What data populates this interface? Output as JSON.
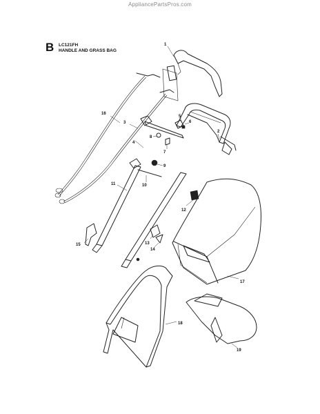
{
  "watermark": "AppliancePartsPros.com",
  "header": {
    "section_letter": "B",
    "model": "LC121FH",
    "title": "HANDLE AND GRASS BAG"
  },
  "callouts": [
    "1",
    "2",
    "3",
    "4",
    "5",
    "6",
    "7",
    "8",
    "9",
    "10",
    "11",
    "12",
    "13",
    "14",
    "15",
    "16",
    "17",
    "18",
    "19"
  ]
}
